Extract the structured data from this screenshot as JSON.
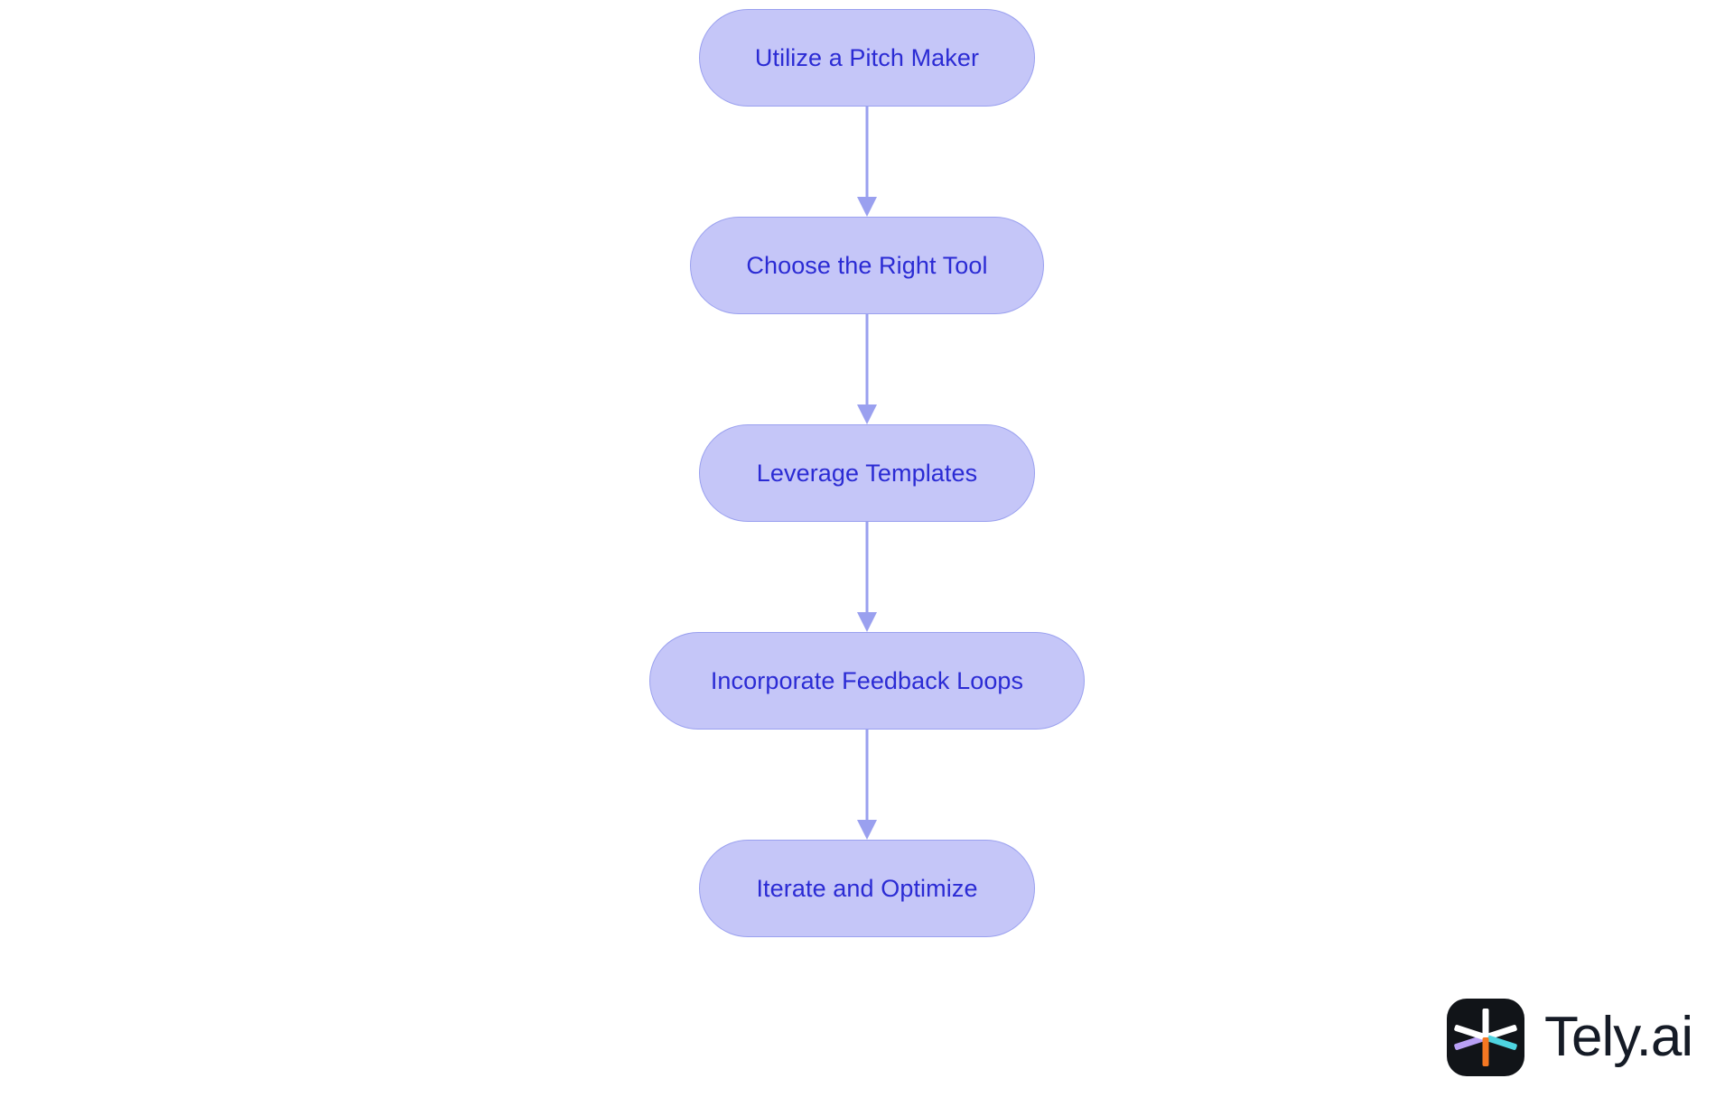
{
  "chart_data": {
    "type": "diagram",
    "diagram_kind": "flowchart",
    "orientation": "top-to-bottom",
    "title": "",
    "nodes": [
      {
        "id": "n1",
        "label": "Utilize a Pitch Maker"
      },
      {
        "id": "n2",
        "label": "Choose the Right Tool"
      },
      {
        "id": "n3",
        "label": "Leverage Templates"
      },
      {
        "id": "n4",
        "label": "Incorporate Feedback Loops"
      },
      {
        "id": "n5",
        "label": "Iterate and Optimize"
      }
    ],
    "edges": [
      {
        "from": "n1",
        "to": "n2",
        "label": "",
        "arrow": "single"
      },
      {
        "from": "n2",
        "to": "n3",
        "label": "",
        "arrow": "single"
      },
      {
        "from": "n3",
        "to": "n4",
        "label": "",
        "arrow": "single"
      },
      {
        "from": "n4",
        "to": "n5",
        "label": "",
        "arrow": "single"
      }
    ],
    "style": {
      "node_fill": "#c5c6f8",
      "node_border": "#9aa0ef",
      "node_text": "#2b2bd4",
      "edge_color": "#9aa0ef",
      "node_shape": "stadium",
      "background": "#ffffff"
    }
  },
  "flow": {
    "nodes": [
      {
        "label": "Utilize a Pitch Maker"
      },
      {
        "label": "Choose the Right Tool"
      },
      {
        "label": "Leverage Templates"
      },
      {
        "label": "Incorporate Feedback Loops"
      },
      {
        "label": "Iterate and Optimize"
      }
    ]
  },
  "logo": {
    "wordmark": "Tely.ai",
    "mark_icon": "tely-asterisk-icon",
    "mark_background": "#111418",
    "ray_colors": {
      "up": "#ffffff",
      "down": "#f57722",
      "upper_left": "#b9a0f5",
      "lower_left": "#ffffff",
      "upper_right": "#ffffff",
      "lower_right": "#4ed4e0"
    },
    "wordmark_color": "#151b26"
  }
}
